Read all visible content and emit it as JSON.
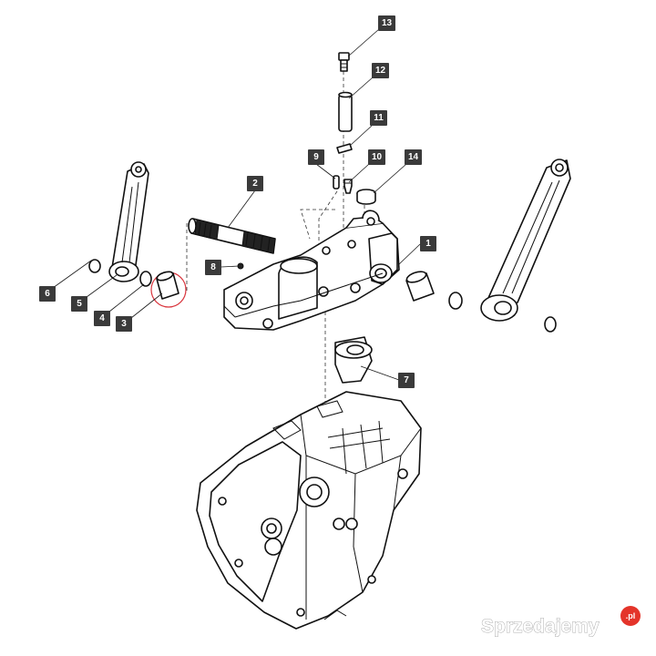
{
  "callouts": [
    "1",
    "2",
    "3",
    "4",
    "5",
    "6",
    "7",
    "8",
    "9",
    "10",
    "11",
    "12",
    "13",
    "14"
  ],
  "watermark": {
    "text": "Sprzedajemy",
    "badge": ".pl",
    "badge_color": "#e4342a"
  },
  "colors": {
    "line": "#111111",
    "callout_box": "#3a3a3a",
    "highlight": "#d9363e"
  }
}
